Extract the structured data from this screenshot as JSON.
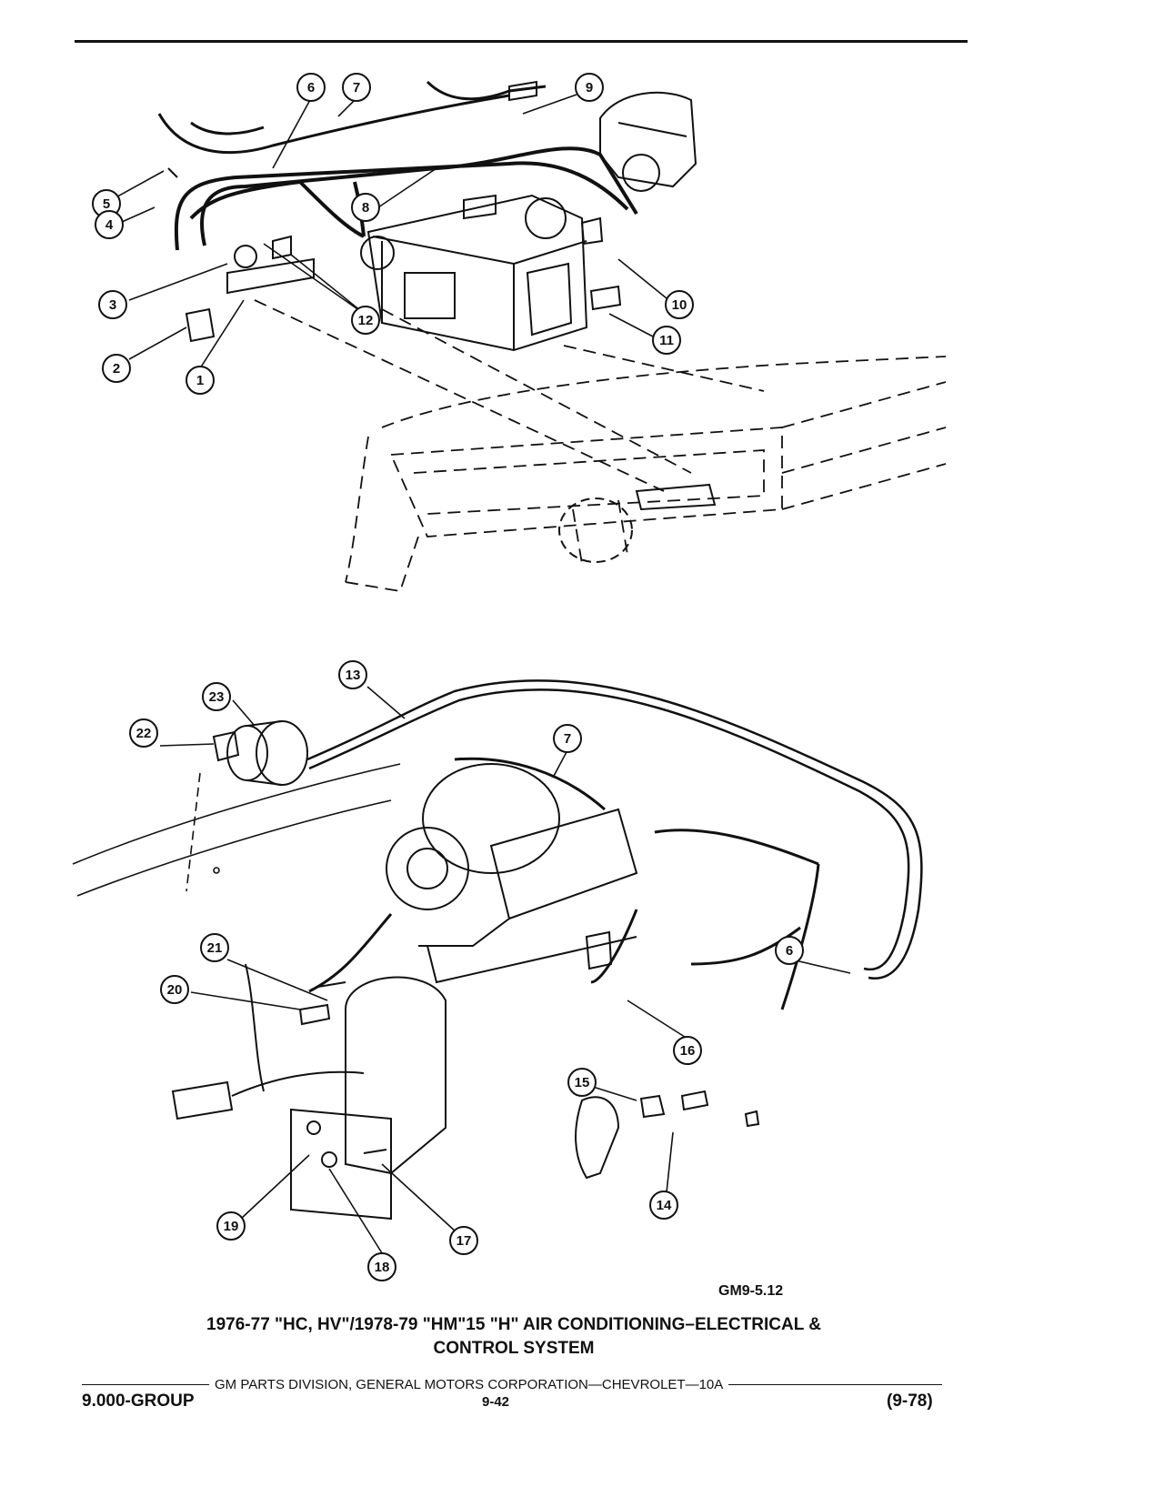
{
  "figure_top": {
    "callouts": [
      "6",
      "7",
      "9",
      "5",
      "8",
      "4",
      "3",
      "12",
      "10",
      "11",
      "2",
      "1"
    ]
  },
  "figure_bottom": {
    "callouts": [
      "13",
      "23",
      "22",
      "7",
      "21",
      "20",
      "6",
      "16",
      "15",
      "14",
      "19",
      "17",
      "18"
    ]
  },
  "figure_code": "GM9-5.12",
  "caption": {
    "line1": "1976-77 \"HC, HV\"/1978-79 \"HM\"15 \"H\" AIR CONDITIONING–ELECTRICAL &",
    "line2": "CONTROL SYSTEM"
  },
  "footer": {
    "publisher": "GM PARTS DIVISION, GENERAL MOTORS CORPORATION—CHEVROLET—10A",
    "group": "9.000-GROUP",
    "page": "9-42",
    "date": "(9-78)"
  }
}
